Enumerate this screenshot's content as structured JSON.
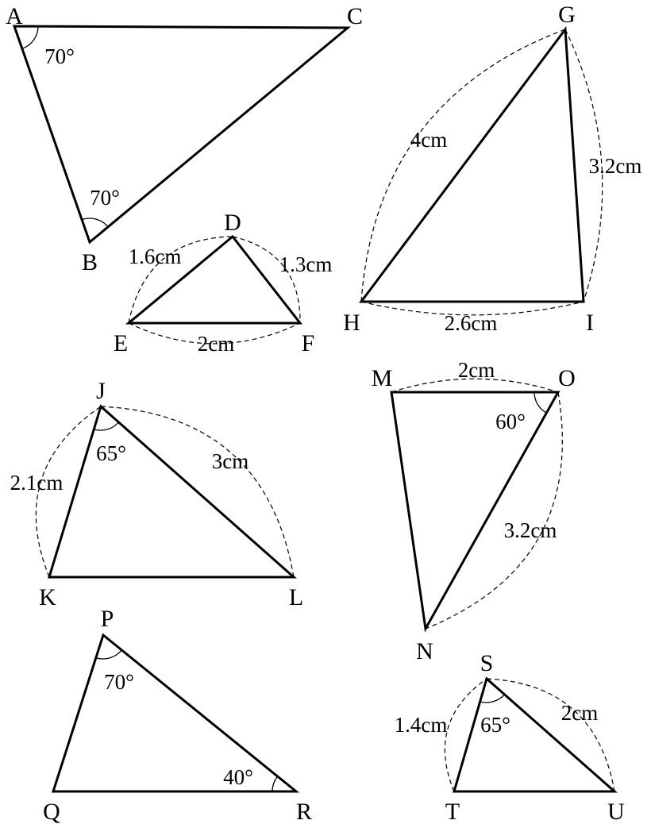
{
  "triangles": [
    {
      "id": "ABC",
      "vertices": [
        "A",
        "B",
        "C"
      ],
      "angles": [
        {
          "at": "A",
          "text": "70°"
        },
        {
          "at": "B",
          "text": "70°"
        }
      ],
      "sides": []
    },
    {
      "id": "DEF",
      "vertices": [
        "D",
        "E",
        "F"
      ],
      "angles": [],
      "sides": [
        {
          "from": "E",
          "to": "D",
          "text": "1.6cm"
        },
        {
          "from": "D",
          "to": "F",
          "text": "1.3cm"
        },
        {
          "from": "E",
          "to": "F",
          "text": "2cm"
        }
      ]
    },
    {
      "id": "GHI",
      "vertices": [
        "G",
        "H",
        "I"
      ],
      "angles": [],
      "sides": [
        {
          "from": "H",
          "to": "G",
          "text": "4cm"
        },
        {
          "from": "G",
          "to": "I",
          "text": "3.2cm"
        },
        {
          "from": "H",
          "to": "I",
          "text": "2.6cm"
        }
      ]
    },
    {
      "id": "JKL",
      "vertices": [
        "J",
        "K",
        "L"
      ],
      "angles": [
        {
          "at": "J",
          "text": "65°"
        }
      ],
      "sides": [
        {
          "from": "K",
          "to": "J",
          "text": "2.1cm"
        },
        {
          "from": "J",
          "to": "L",
          "text": "3cm"
        }
      ]
    },
    {
      "id": "MNO",
      "vertices": [
        "M",
        "N",
        "O"
      ],
      "angles": [
        {
          "at": "O",
          "text": "60°"
        }
      ],
      "sides": [
        {
          "from": "M",
          "to": "O",
          "text": "2cm"
        },
        {
          "from": "O",
          "to": "N",
          "text": "3.2cm"
        }
      ]
    },
    {
      "id": "PQR",
      "vertices": [
        "P",
        "Q",
        "R"
      ],
      "angles": [
        {
          "at": "P",
          "text": "70°"
        },
        {
          "at": "R",
          "text": "40°"
        }
      ],
      "sides": []
    },
    {
      "id": "STU",
      "vertices": [
        "S",
        "T",
        "U"
      ],
      "angles": [
        {
          "at": "S",
          "text": "65°"
        }
      ],
      "sides": [
        {
          "from": "T",
          "to": "S",
          "text": "1.4cm"
        },
        {
          "from": "S",
          "to": "U",
          "text": "2cm"
        }
      ]
    }
  ]
}
